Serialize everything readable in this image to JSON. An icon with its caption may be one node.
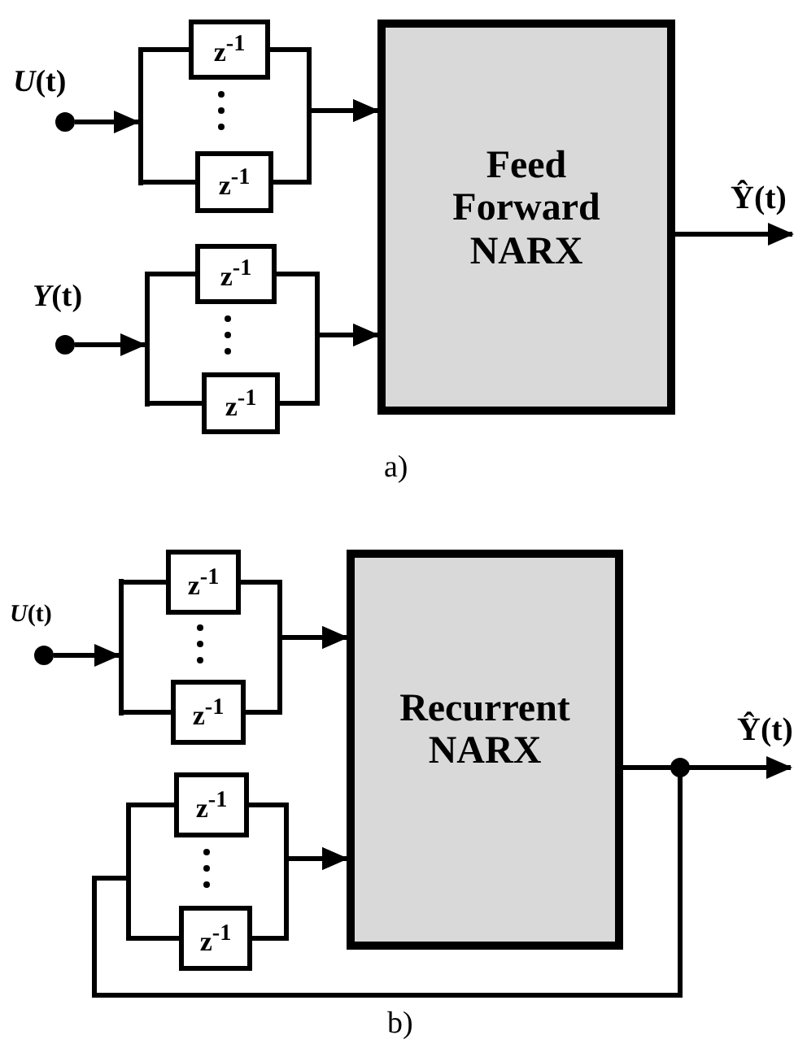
{
  "diagram": {
    "nodes": [
      {
        "text": [],
        "shape": "circle",
        "beside": [
          "*U*(t)"
        ]
      },
      {
        "text": [
          "z$^{-1}$"
        ]
      },
      {
        "text": [
          "z$^{-1}$"
        ]
      },
      {
        "text": [],
        "shape": "circle",
        "beside": [
          "*Y*(t)"
        ]
      },
      {
        "text": [
          "z$^{-1}$"
        ]
      },
      {
        "text": [
          "z$^{-1}$"
        ]
      },
      {
        "text": [
          "Feed Forward NARX"
        ]
      },
      {
        "text": [],
        "shape": "circle",
        "beside": [
          "*U*(t)"
        ]
      },
      {
        "text": [
          "z$^{-1}$"
        ]
      },
      {
        "text": [
          "z$^{-1}$"
        ]
      },
      {
        "text": [
          "z$^{-1}$"
        ]
      },
      {
        "text": [
          "z$^{-1}$"
        ]
      },
      {
        "text": [
          "Recurrent NARX"
        ]
      },
      {
        "text": [],
        "shape": "bar"
      },
      {
        "text": [],
        "shape": "bar"
      },
      {
        "text": [],
        "shape": "bar"
      }
    ],
    "edges": [
      {
        "from": 0,
        "to": 13,
        "arrow": "to"
      },
      {
        "from": 13,
        "to": 1,
        "arrow": "none"
      },
      {
        "from": 13,
        "to": 2,
        "arrow": "none"
      },
      {
        "from": 1,
        "to": 6,
        "arrow": "to"
      },
      {
        "from": 2,
        "to": 6,
        "arrow": "to"
      },
      {
        "from": 3,
        "to": 14,
        "arrow": "to"
      },
      {
        "from": 14,
        "to": 4,
        "arrow": "none"
      },
      {
        "from": 14,
        "to": 5,
        "arrow": "none"
      },
      {
        "from": 4,
        "to": 6,
        "arrow": "to"
      },
      {
        "from": 5,
        "to": 6,
        "arrow": "to"
      },
      {
        "from": 6,
        "to": null,
        "arrow": "to",
        "label": "Ŷ(t)"
      },
      {
        "from": 7,
        "to": 15,
        "arrow": "to"
      },
      {
        "from": 15,
        "to": 8,
        "arrow": "none"
      },
      {
        "from": 15,
        "to": 9,
        "arrow": "none"
      },
      {
        "from": 8,
        "to": 12,
        "arrow": "to"
      },
      {
        "from": 9,
        "to": 12,
        "arrow": "to"
      },
      {
        "from": 10,
        "to": 12,
        "arrow": "to"
      },
      {
        "from": 11,
        "to": 12,
        "arrow": "to"
      },
      {
        "from": 12,
        "to": null,
        "arrow": "to",
        "label": "Ŷ(t)"
      },
      {
        "from": 12,
        "to": 10,
        "arrow": "none"
      },
      {
        "from": 12,
        "to": 11,
        "arrow": "none"
      }
    ],
    "labels": [
      "a)",
      "b)"
    ]
  }
}
